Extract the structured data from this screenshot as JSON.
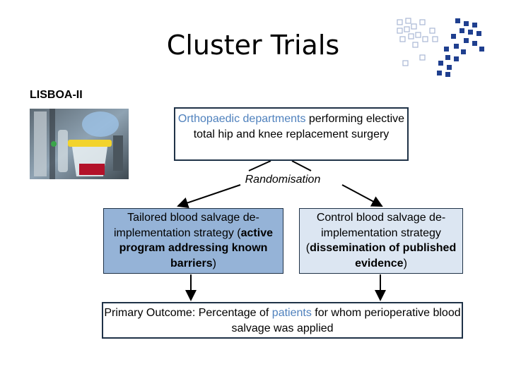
{
  "slide": {
    "title": "Cluster Trials",
    "subtitle": "LISBOA-II"
  },
  "flow": {
    "top": {
      "highlight": "Orthopaedic departments",
      "rest": " performing elective total hip and knee replacement surgery"
    },
    "randomisation_label": "Randomisation",
    "left": {
      "pre": "Tailored blood salvage de-implementation strategy (",
      "bold": "active program addressing known barriers",
      "post": ")"
    },
    "right": {
      "pre": "Control blood salvage de-implementation strategy (",
      "bold": "dissemination of published evidence",
      "post": ")"
    },
    "bottom": {
      "pre": "Primary Outcome: Percentage of ",
      "highlight": "patients",
      "post": " for whom perioperative blood salvage was applied"
    }
  },
  "colors": {
    "accent": "#4f81bd",
    "left_fill": "#95b3d7",
    "right_fill": "#dce6f2",
    "border": "#1f3247",
    "logo_dark": "#1f3f8f",
    "logo_light": "#a9b8d4"
  },
  "icons": {
    "photo": "blood-salvage-device-photo",
    "logo": "pixel-grid-logo"
  }
}
